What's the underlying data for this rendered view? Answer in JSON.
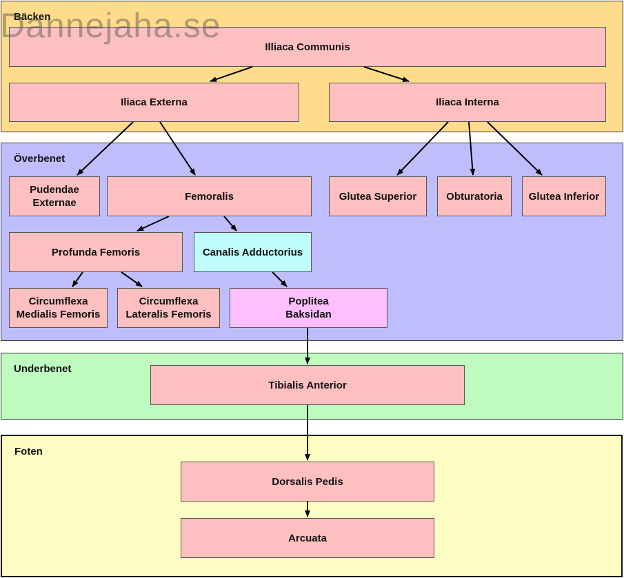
{
  "watermark": "Dannejaha.se",
  "colors": {
    "backen": "#fedc8b",
    "overbenet": "#bfbdfb",
    "underbenet": "#bffbbf",
    "foten": "#fdfdc3",
    "node": "#fdbfbf",
    "node_adductorius": "#bffdfd",
    "node_poplitea": "#fdbffd"
  },
  "regions": {
    "backen": "Bäcken",
    "overbenet": "Överbenet",
    "underbenet": "Underbenet",
    "foten": "Foten"
  },
  "nodes": {
    "illiaca_communis": "Illiaca Communis",
    "iliaca_externa": "Iliaca Externa",
    "iliaca_interna": "Iliaca Interna",
    "pudendae_externae": "Pudendae\nExternae",
    "femoralis": "Femoralis",
    "glutea_superior": "Glutea Superior",
    "obturatoria": "Obturatoria",
    "glutea_inferior": "Glutea Inferior",
    "profunda_femoris": "Profunda Femoris",
    "canalis_adductorius": "Canalis Adductorius",
    "circumflexa_medialis": "Circumflexa\nMedialis Femoris",
    "circumflexa_lateralis": "Circumflexa\nLateralis Femoris",
    "poplitea": "Poplitea\nBaksidan",
    "tibialis_anterior": "Tibialis Anterior",
    "dorsalis_pedis": "Dorsalis Pedis",
    "arcuata": "Arcuata"
  }
}
